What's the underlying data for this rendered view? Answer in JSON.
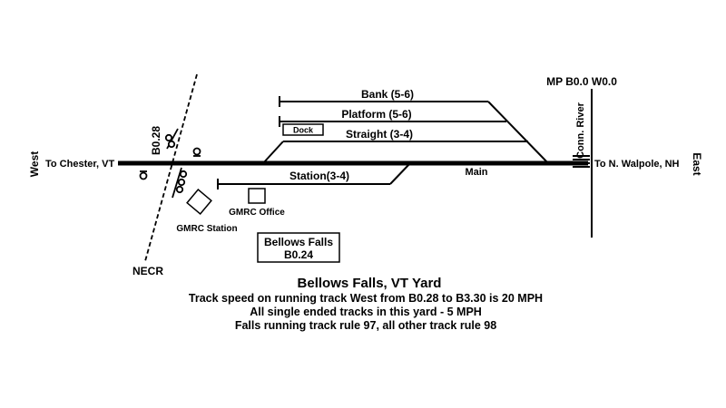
{
  "labels": {
    "west": "West",
    "east": "East",
    "to_chester": "To Chester, VT",
    "to_walpole": "To N. Walpole, NH",
    "mp": "MP B0.0 W0.0",
    "conn_river": "Conn. River",
    "b028": "B0.28",
    "necr": "NECR",
    "main": "Main"
  },
  "tracks": {
    "bank": "Bank (5-6)",
    "platform": "Platform (5-6)",
    "straight": "Straight (3-4)",
    "station": "Station(3-4)",
    "dock": "Dock"
  },
  "buildings": {
    "gmrc_station": "GMRC Station",
    "gmrc_office": "GMRC Office",
    "bf_name": "Bellows Falls",
    "bf_mp": "B0.24"
  },
  "footer": {
    "title": "Bellows Falls, VT Yard",
    "line1": "Track speed on running track West from B0.28 to B3.30 is 20 MPH",
    "line2": "All single ended tracks in this yard - 5 MPH",
    "line3": "Falls running track rule 97, all other track rule 98"
  }
}
